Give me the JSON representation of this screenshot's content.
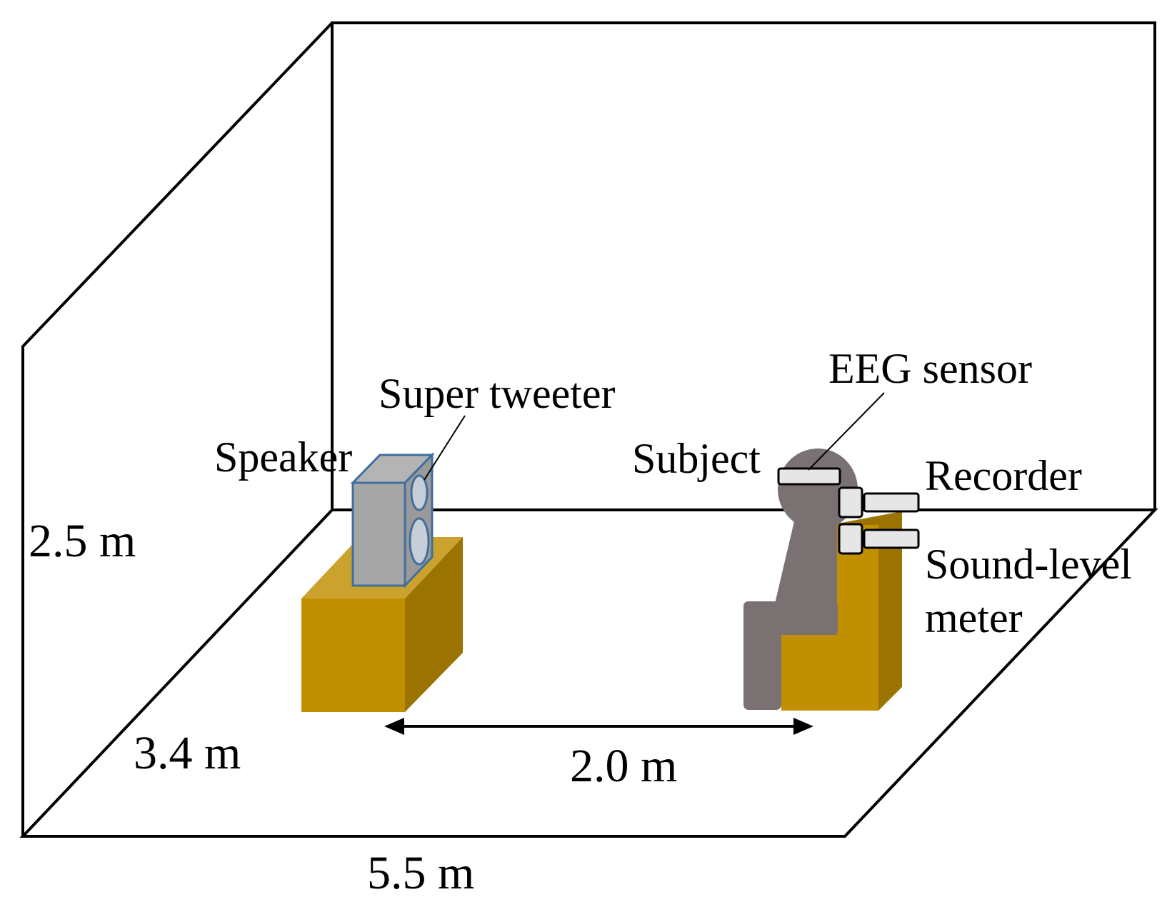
{
  "labels": {
    "speaker": "Speaker",
    "super_tweeter": "Super tweeter",
    "subject": "Subject",
    "eeg_sensor": "EEG sensor",
    "recorder": "Recorder",
    "sound_level_meter_line1": "Sound-level",
    "sound_level_meter_line2": "meter"
  },
  "dimensions": {
    "height": "2.5 m",
    "depth": "3.4 m",
    "width": "5.5 m",
    "distance": "2.0 m"
  },
  "colors": {
    "outline": "#000000",
    "box_front": "#c09000",
    "box_top": "#cca22e",
    "box_side": "#9b7300",
    "speaker_body": "#a6a6a6",
    "speaker_outline": "#3f6f9e",
    "tweeter_face": "#c6cfd8",
    "person": "#7a7272",
    "device": "#e6e6e6"
  }
}
